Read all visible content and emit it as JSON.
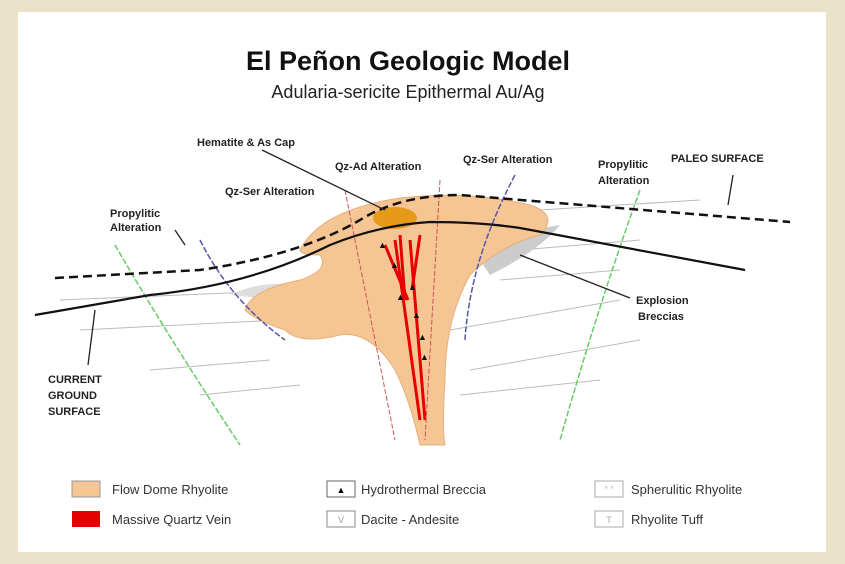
{
  "title": "El Peñon Geologic Model",
  "subtitle": "Adularia-sericite Epithermal Au/Ag",
  "labels": {
    "hematite_cap": "Hematite & As Cap",
    "qz_ad": "Qz-Ad Alteration",
    "qz_ser_right": "Qz-Ser Alteration",
    "qz_ser_left": "Qz-Ser Alteration",
    "propylitic_left_1": "Propylitic",
    "propylitic_left_2": "Alteration",
    "propylitic_right_1": "Propylitic",
    "propylitic_right_2": "Alteration",
    "paleo_surface": "PALEO SURFACE",
    "explosion_1": "Explosion",
    "explosion_2": "Breccias",
    "current_1": "CURRENT",
    "current_2": "GROUND",
    "current_3": "SURFACE"
  },
  "legend": [
    {
      "label": "Flow Dome Rhyolite",
      "color": "#f5c593"
    },
    {
      "label": "Massive Quartz Vein",
      "color": "#e60000"
    },
    {
      "label": "Hydrothermal Breccia",
      "symbol": "▲"
    },
    {
      "label": "Dacite - Andesite",
      "symbol": "V"
    },
    {
      "label": "Spherulitic Rhyolite",
      "symbol": "° °"
    },
    {
      "label": "Rhyolite Tuff",
      "symbol": "T"
    }
  ]
}
